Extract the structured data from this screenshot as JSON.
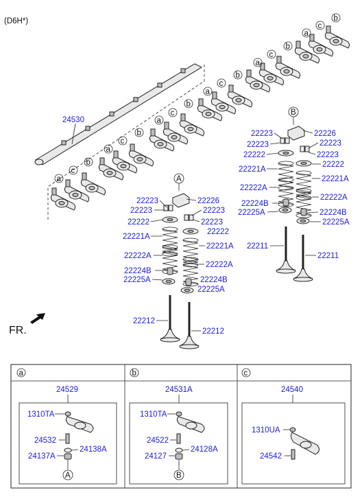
{
  "header": {
    "variant": "(D6H*)"
  },
  "direction": {
    "label": "FR."
  },
  "shaft": {
    "part": "24530"
  },
  "arm_letters": [
    "a",
    "b",
    "c"
  ],
  "valve_group_A": {
    "marker": "A",
    "labels": {
      "p22223_1": "22223",
      "p22226": "22226",
      "p22223_2": "22223",
      "p22223_3": "22223",
      "p22223_4": "22223",
      "p22222_l": "22222",
      "p22222_r": "22222",
      "p22221A_l": "22221A",
      "p22221A_r": "22221A",
      "p22222A_l": "22222A",
      "p22222A_r": "22222A",
      "p22224B_l": "22224B",
      "p22224B_r": "22224B",
      "p22225A_l": "22225A",
      "p22225A_r": "22225A",
      "p22212_l": "22212",
      "p22212_r": "22212"
    }
  },
  "valve_group_B": {
    "marker": "B",
    "labels": {
      "p22223_1": "22223",
      "p22226": "22226",
      "p22223_2": "22223",
      "p22223_3": "22223",
      "p22223_4": "22223",
      "p22222_l": "22222",
      "p22222_r": "22222",
      "p22221A_l": "22221A",
      "p22221A_r": "22221A",
      "p22222A_l": "22222A",
      "p22222A_r": "22222A",
      "p22224B_l": "22224B",
      "p22224B_r": "22224B",
      "p22225A_l": "22225A",
      "p22225A_r": "22225A",
      "p22211_l": "22211",
      "p22211_r": "22211"
    }
  },
  "legend": {
    "columns": [
      {
        "letter": "a",
        "assembly": "24529",
        "part1": "1310TA",
        "part2": "24532",
        "part3": "24138A",
        "part4": "24137A",
        "marker": "A"
      },
      {
        "letter": "b",
        "assembly": "24531A",
        "part1": "1310TA",
        "part2": "24522",
        "part3": "24128A",
        "part4": "24127",
        "marker": "B"
      },
      {
        "letter": "c",
        "assembly": "24540",
        "part1": "1310UA",
        "part2": "24542"
      }
    ]
  }
}
